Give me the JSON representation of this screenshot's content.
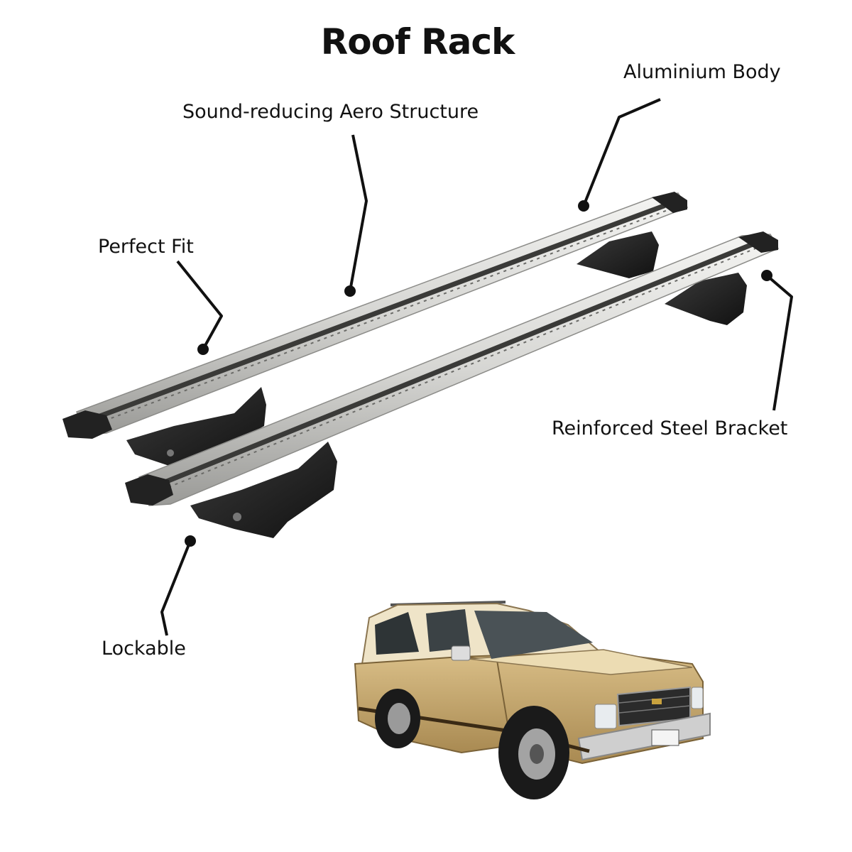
{
  "title": "Roof Rack",
  "callouts": {
    "aluminium_body": "Aluminium Body",
    "aero_structure": "Sound-reducing Aero Structure",
    "perfect_fit": "Perfect Fit",
    "reinforced_bracket": "Reinforced Steel Bracket",
    "lockable": "Lockable"
  },
  "colors": {
    "bar_silver": "#d9d9d6",
    "bar_groove": "#3a3a38",
    "foot_black": "#1c1c1c",
    "suv_body": "#c9a96e",
    "suv_cream": "#efe4c8",
    "leader_line": "#111111"
  }
}
